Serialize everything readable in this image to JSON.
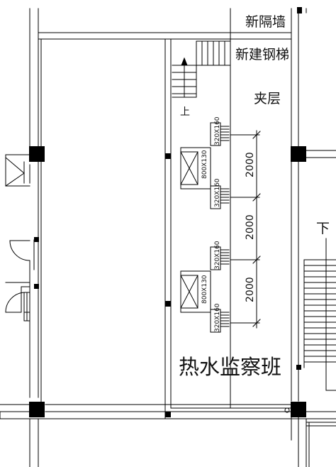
{
  "labels": {
    "new_partition_wall": "新隔墙",
    "new_steel_stair": "新建钢梯",
    "mezzanine": "夹层",
    "up": "上",
    "down": "下",
    "room_name": "热水监察班"
  },
  "equipment": {
    "unit_top": "800X130",
    "unit_bottom": "800X130",
    "vent_1": "320X160",
    "vent_2": "320X160",
    "vent_3": "320X160",
    "vent_4": "320X160"
  },
  "dimensions": {
    "d1": "2000",
    "d2": "2000",
    "d3": "2000"
  },
  "colors": {
    "line": "#000000",
    "column": "#000000",
    "paper": "#ffffff"
  }
}
